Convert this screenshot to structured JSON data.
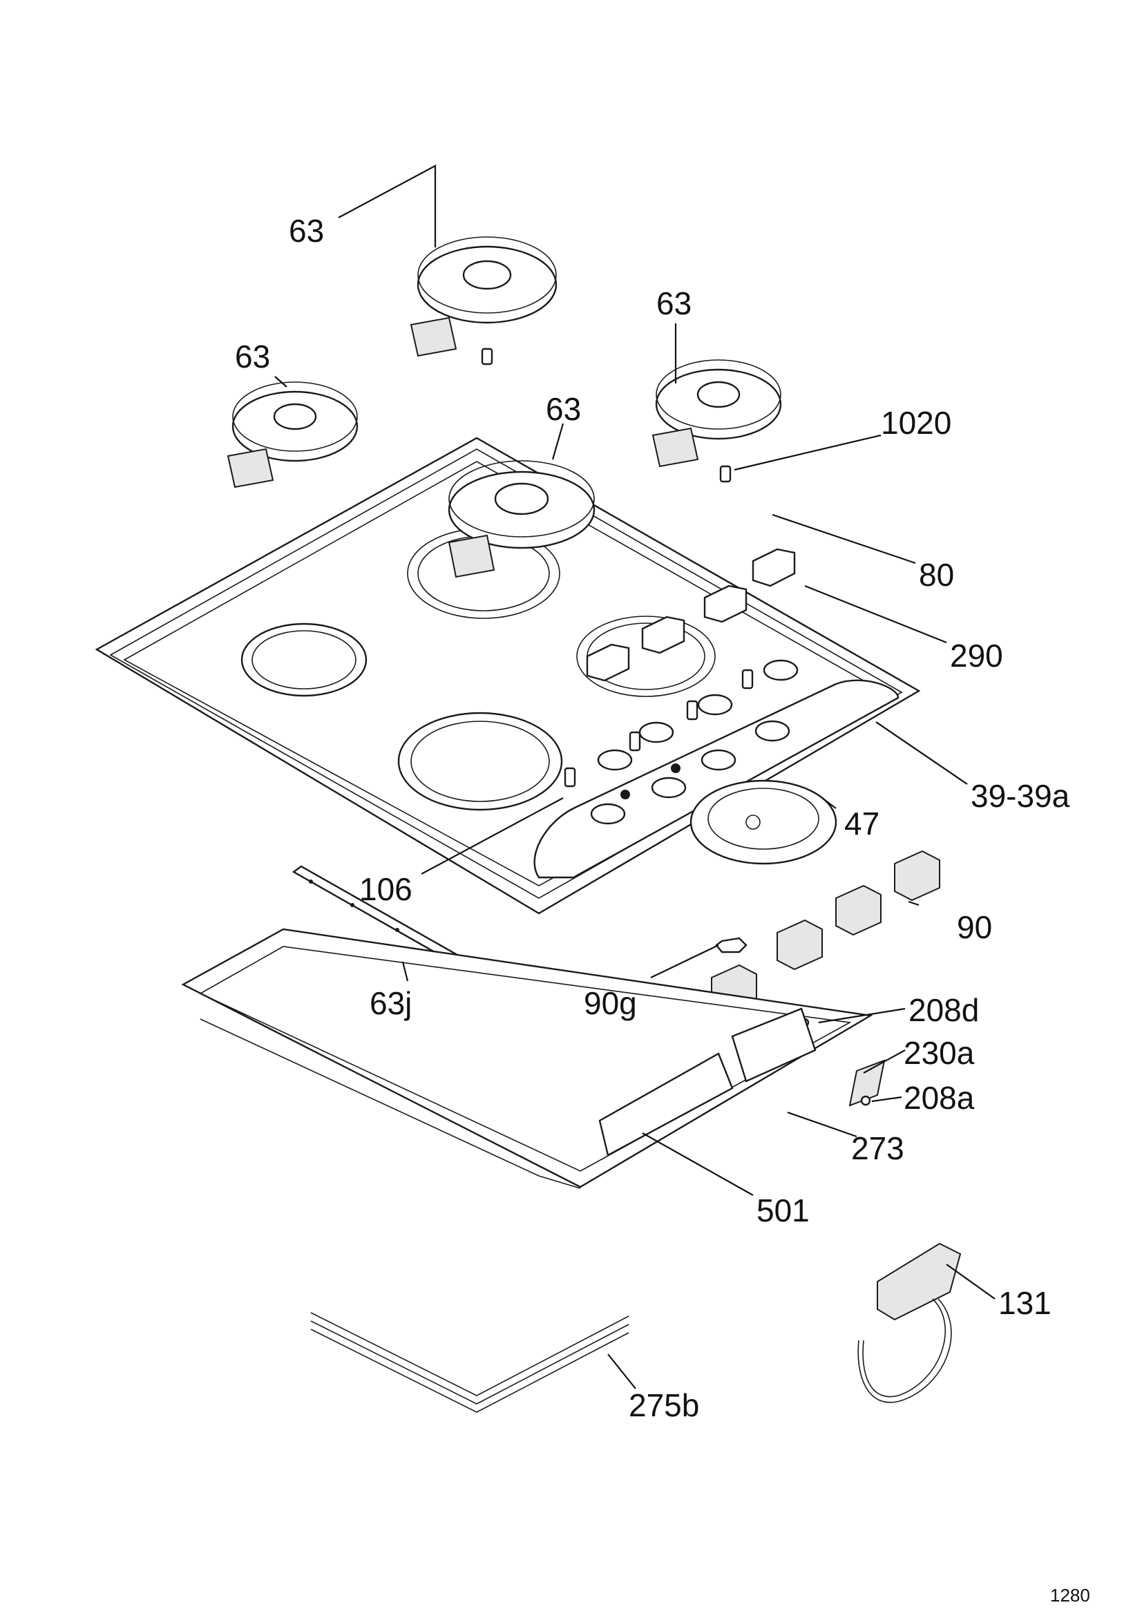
{
  "callouts": {
    "c63_top": "63",
    "c63_right": "63",
    "c63_left": "63",
    "c63_center": "63",
    "c1020": "1020",
    "c80": "80",
    "c290": "290",
    "c39": "39-39a",
    "c47": "47",
    "c106": "106",
    "c90": "90",
    "c63j": "63j",
    "c90g": "90g",
    "c208d": "208d",
    "c230a": "230a",
    "c208a": "208a",
    "c273": "273",
    "c501": "501",
    "c131": "131",
    "c275b": "275b"
  },
  "page_number": "1280"
}
